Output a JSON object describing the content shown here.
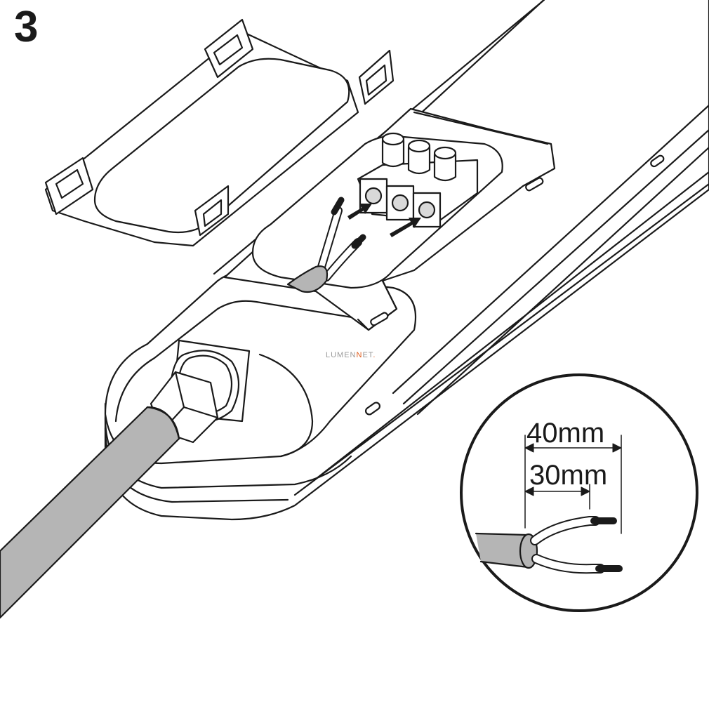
{
  "step": {
    "number": "3"
  },
  "watermark": {
    "part1": "LUMEN",
    "part2": "ET",
    "letter_n": "N",
    "dot": "."
  },
  "detail": {
    "dimension_outer": "40mm",
    "dimension_inner": "30mm"
  },
  "colors": {
    "line": "#1a1a1a",
    "cable_gray": "#b5b5b5",
    "fixture_fill": "#ffffff",
    "watermark_gray": "#9a9a9a",
    "watermark_accent": "#e05a1a"
  }
}
